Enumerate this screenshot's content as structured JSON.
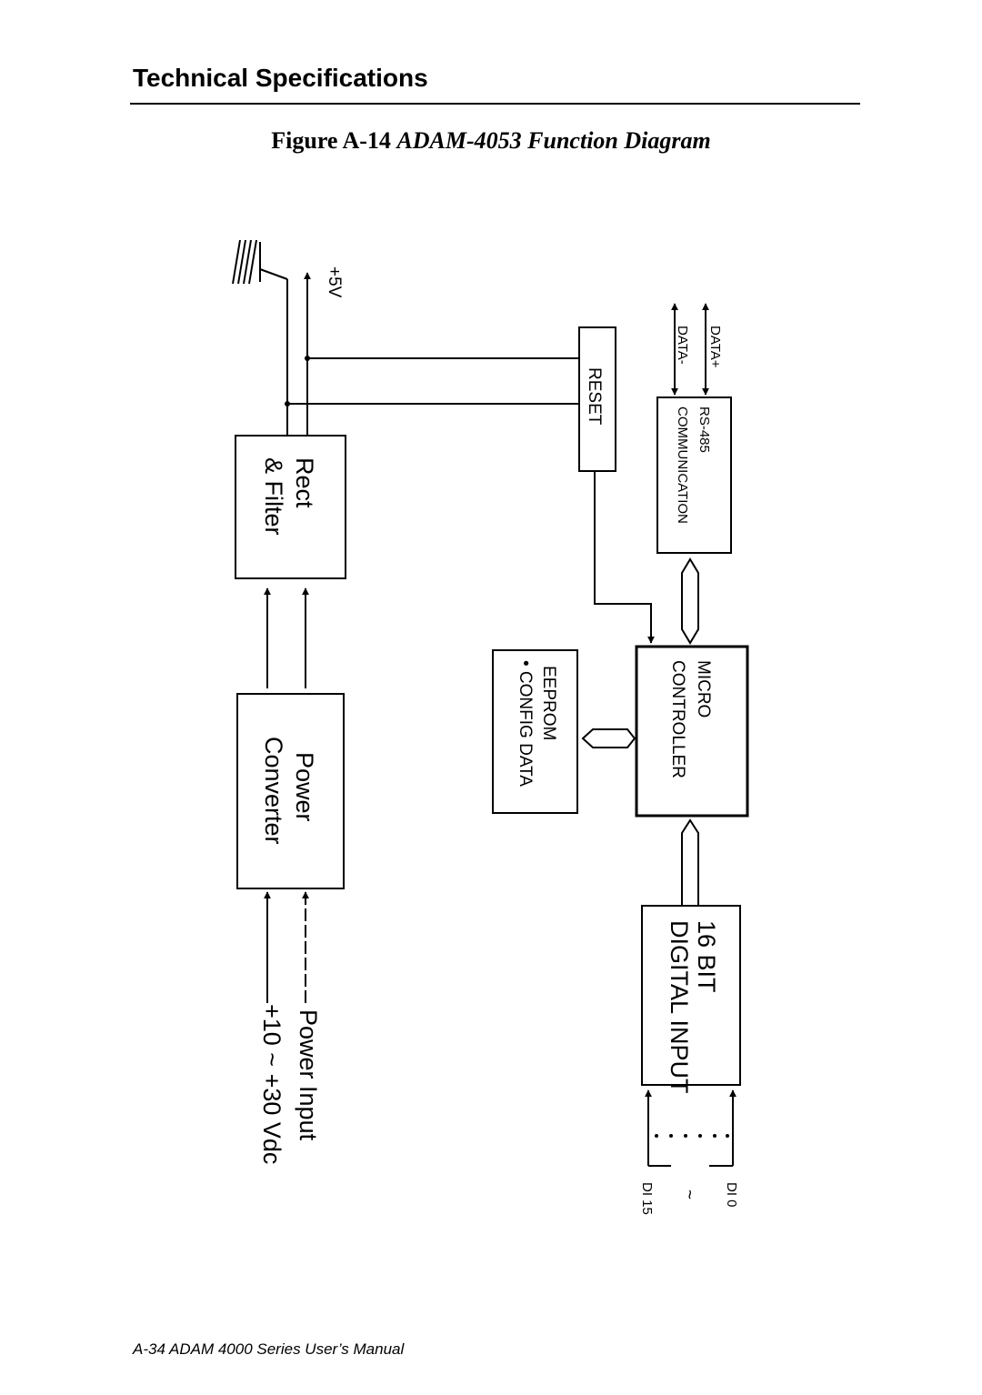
{
  "header": {
    "section_title": "Technical Specifications",
    "figure_label": "Figure A-14",
    "figure_title": "ADAM-4053 Function Diagram"
  },
  "diagram": {
    "voltage_5v": "+5V",
    "rect_filter": {
      "line1": "Rect",
      "line2": "& Filter"
    },
    "power_converter": {
      "line1": "Power",
      "line2": "Converter"
    },
    "power_input": {
      "line1": "Power Input",
      "line2": "+10 ~ +30 Vdc"
    },
    "reset": "RESET",
    "data_plus": "DATA+",
    "data_minus": "DATA-",
    "rs485": {
      "line1": "RS-485",
      "line2": "COMMUNICATION"
    },
    "micro": {
      "line1": "MICRO",
      "line2": "CONTROLLER"
    },
    "eeprom": {
      "line1": "EEPROM",
      "line2": "• CONFIG DATA"
    },
    "digital_input": {
      "line1": "16 BIT",
      "line2": "DIGITAL INPUT"
    },
    "di0": "DI 0",
    "di15": "DI 15",
    "tilde": "~"
  },
  "footer": {
    "text": "A-34 ADAM 4000 Series User’s Manual"
  }
}
